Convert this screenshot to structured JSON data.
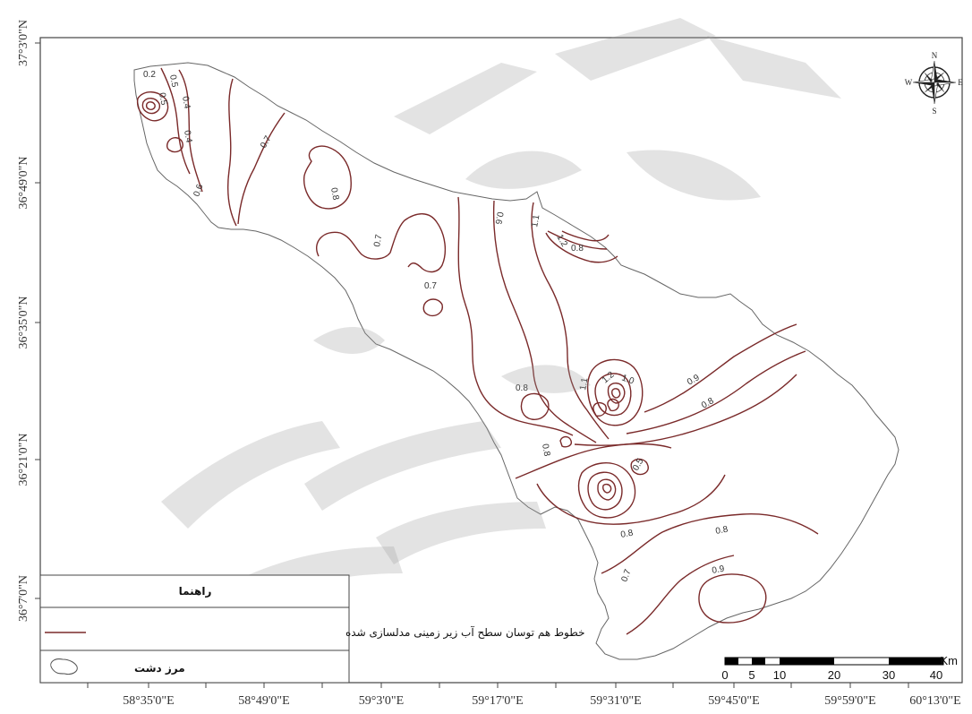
{
  "map": {
    "lat_ticks": [
      "37°3'0\"N",
      "36°49'0\"N",
      "36°35'0\"N",
      "36°21'0\"N",
      "36°7'0\"N"
    ],
    "lon_ticks": [
      "58°35'0\"E",
      "58°49'0\"E",
      "59°3'0\"E",
      "59°17'0\"E",
      "59°31'0\"E",
      "59°45'0\"E",
      "59°59'0\"E",
      "60°13'0\"E"
    ]
  },
  "contour_labels": [
    "0.2",
    "0.5",
    "0.4",
    "0.5",
    "0.4",
    "0.6",
    "0.7",
    "0.8",
    "0.6",
    "0.7",
    "0.7",
    "0.8",
    "1.1",
    "1.2",
    "0.8",
    "1.1",
    "1.2",
    "1.0",
    "0.9",
    "0.8",
    "0.8",
    "0.5",
    "0.8",
    "0.8",
    "0.7",
    "0.9"
  ],
  "legend": {
    "title": "راهنما",
    "items": [
      {
        "label": "خطوط هم توسان سطح آب زیر زمینی مدلسازی شده",
        "color": "#7a2a2a"
      },
      {
        "label": "مرز دشت"
      }
    ]
  },
  "scale_bar": {
    "unit": "Km",
    "labels": [
      "0",
      "5",
      "10",
      "20",
      "30",
      "40"
    ]
  },
  "compass": {
    "n": "N",
    "s": "S",
    "e": "E",
    "w": "W"
  }
}
